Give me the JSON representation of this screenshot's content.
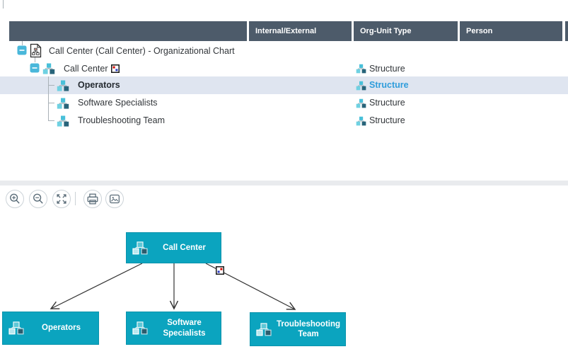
{
  "colors": {
    "accent_teal": "#0ba4bf",
    "header_bg": "#4d5b6a",
    "selected_row_bg": "#dfe5f0",
    "selected_text_blue": "#2f9ddb",
    "toolbar_icon_slate": "#5a6c78"
  },
  "table": {
    "columns": [
      {
        "label": "Internal/External"
      },
      {
        "label": "Org-Unit Type"
      },
      {
        "label": "Person"
      }
    ],
    "rows": [
      {
        "label": "Call Center (Call Center) - Organizational Chart",
        "org_unit_type": "",
        "icon": "org-chart-document-icon",
        "expanded": true,
        "selected": false
      },
      {
        "label": "Call Center",
        "org_unit_type": "Structure",
        "icon": "org-unit-structure-icon",
        "expanded": true,
        "overlay": "status-overlay-icon",
        "selected": false
      },
      {
        "label": "Operators",
        "org_unit_type": "Structure",
        "icon": "org-unit-structure-icon",
        "selected": true
      },
      {
        "label": "Software Specialists",
        "org_unit_type": "Structure",
        "icon": "org-unit-structure-icon",
        "selected": false
      },
      {
        "label": "Troubleshooting Team",
        "org_unit_type": "Structure",
        "icon": "org-unit-structure-icon",
        "selected": false
      }
    ]
  },
  "toolbar": {
    "buttons": [
      {
        "name": "zoom-in"
      },
      {
        "name": "zoom-out"
      },
      {
        "name": "fit-to-screen"
      },
      {
        "name": "print"
      },
      {
        "name": "export-image"
      }
    ]
  },
  "org_chart": {
    "root": {
      "label": "Call Center",
      "overlay": "status-overlay-icon"
    },
    "children": [
      {
        "label": "Operators"
      },
      {
        "label": "Software Specialists"
      },
      {
        "label": "Troubleshooting Team"
      }
    ]
  }
}
